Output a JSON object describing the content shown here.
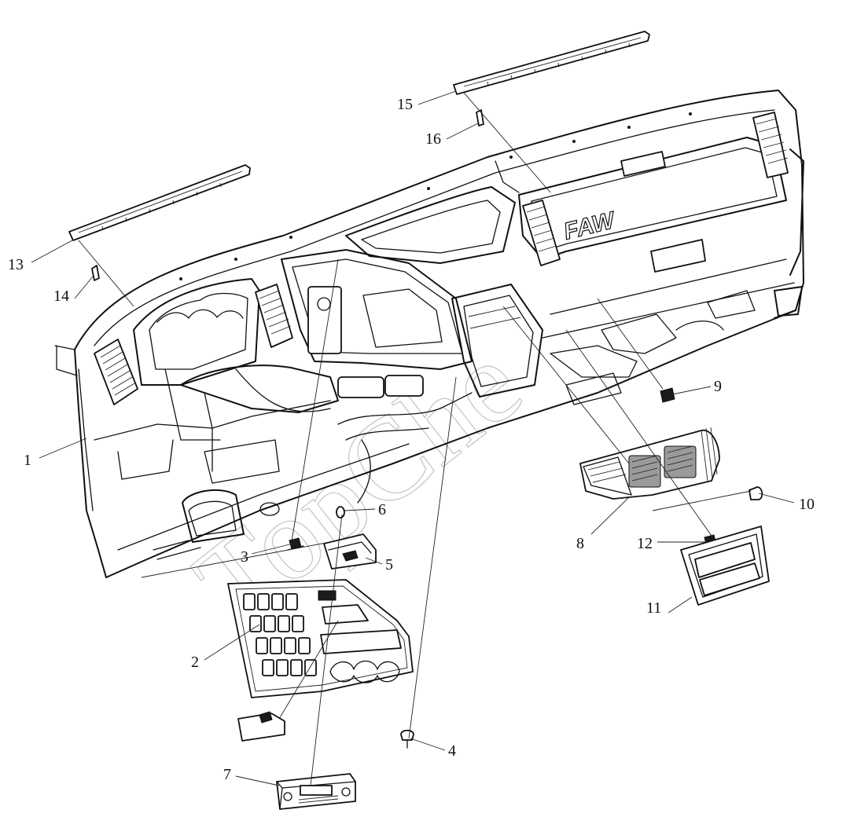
{
  "diagram": {
    "labels": [
      {
        "id": "1",
        "text": "1"
      },
      {
        "id": "2",
        "text": "2"
      },
      {
        "id": "3",
        "text": "3"
      },
      {
        "id": "4",
        "text": "4"
      },
      {
        "id": "5",
        "text": "5"
      },
      {
        "id": "6",
        "text": "6"
      },
      {
        "id": "7",
        "text": "7"
      },
      {
        "id": "8",
        "text": "8"
      },
      {
        "id": "9",
        "text": "9"
      },
      {
        "id": "10",
        "text": "10"
      },
      {
        "id": "11",
        "text": "11"
      },
      {
        "id": "12",
        "text": "12"
      },
      {
        "id": "13",
        "text": "13"
      },
      {
        "id": "14",
        "text": "14"
      },
      {
        "id": "15",
        "text": "15"
      },
      {
        "id": "16",
        "text": "16"
      }
    ],
    "brand_emblem": "FAW",
    "watermark": "TopChe"
  }
}
